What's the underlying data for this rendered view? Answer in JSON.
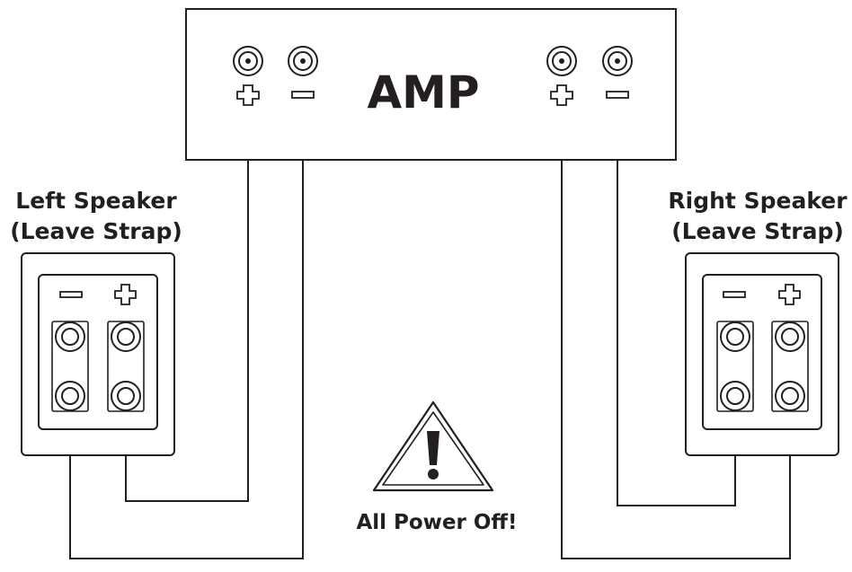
{
  "amp": {
    "label": "AMP"
  },
  "left_speaker": {
    "title_line1": "Left Speaker",
    "title_line2": "(Leave Strap)"
  },
  "right_speaker": {
    "title_line1": "Right Speaker",
    "title_line2": "(Leave Strap)"
  },
  "warning": {
    "text": "All Power Off!"
  },
  "colors": {
    "ink": "#231f20",
    "background": "#ffffff"
  },
  "icons": [
    "binding-post-icon",
    "plus-sign-icon",
    "minus-sign-icon",
    "warning-triangle-icon"
  ]
}
